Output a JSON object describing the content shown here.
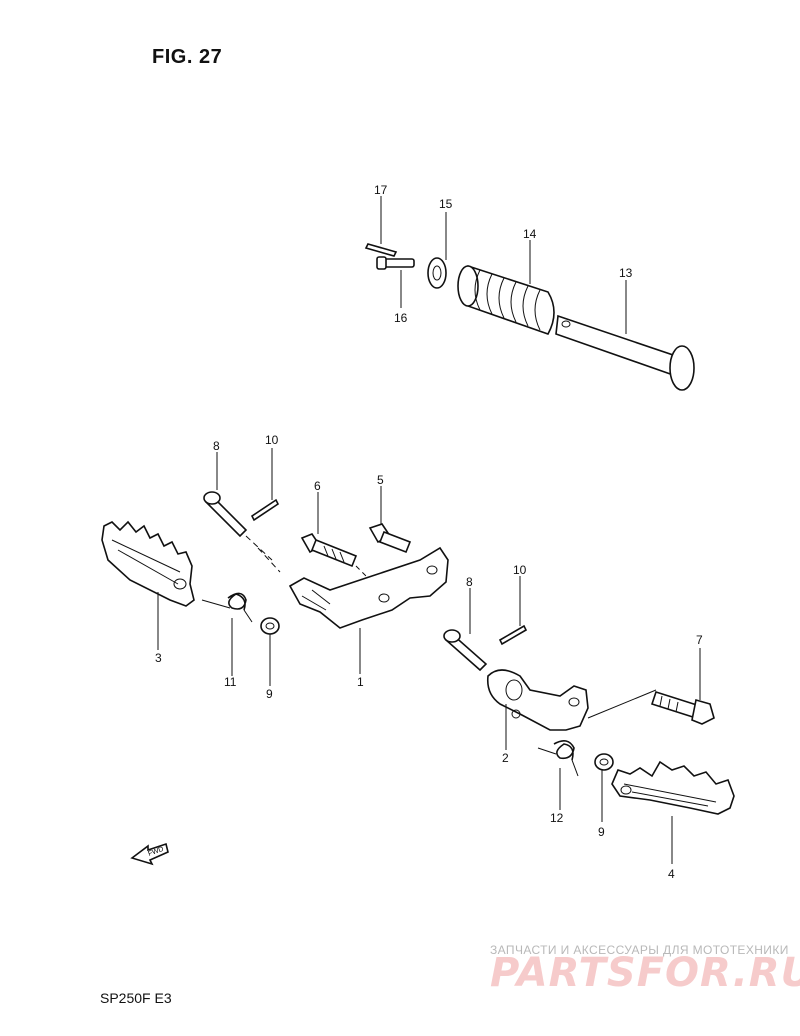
{
  "figure": {
    "title": "FIG. 27",
    "model_code": "SP250F  E3",
    "fwd_label": "FWD"
  },
  "watermark": {
    "tagline": "ЗАПЧАСТИ И АКСЕССУАРЫ ДЛЯ МОТОТЕХНИКИ",
    "brand": "PARTSFOR.RU"
  },
  "callouts": {
    "p1": "1",
    "p2": "2",
    "p3": "3",
    "p4": "4",
    "p5": "5",
    "p6": "6",
    "p7": "7",
    "p8a": "8",
    "p8b": "8",
    "p9a": "9",
    "p9b": "9",
    "p10a": "10",
    "p10b": "10",
    "p11": "11",
    "p12": "12",
    "p13": "13",
    "p14": "14",
    "p15": "15",
    "p16": "16",
    "p17": "17"
  }
}
